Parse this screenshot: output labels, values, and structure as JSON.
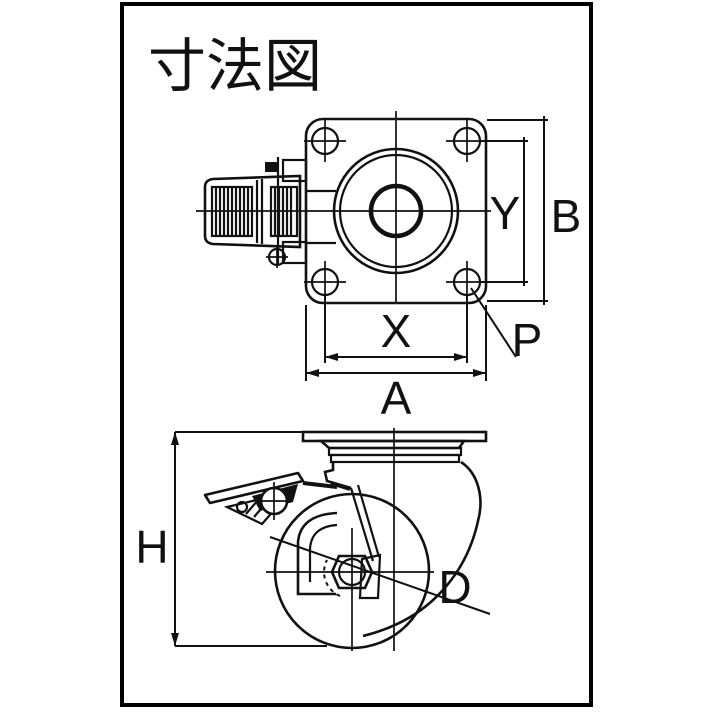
{
  "title": "寸法図",
  "colors": {
    "line": "#111111",
    "background": "#ffffff",
    "frame": "#000000"
  },
  "dimensions": {
    "y": "Y",
    "b": "B",
    "p": "P",
    "x": "X",
    "a": "A",
    "h": "H",
    "d": "D"
  }
}
